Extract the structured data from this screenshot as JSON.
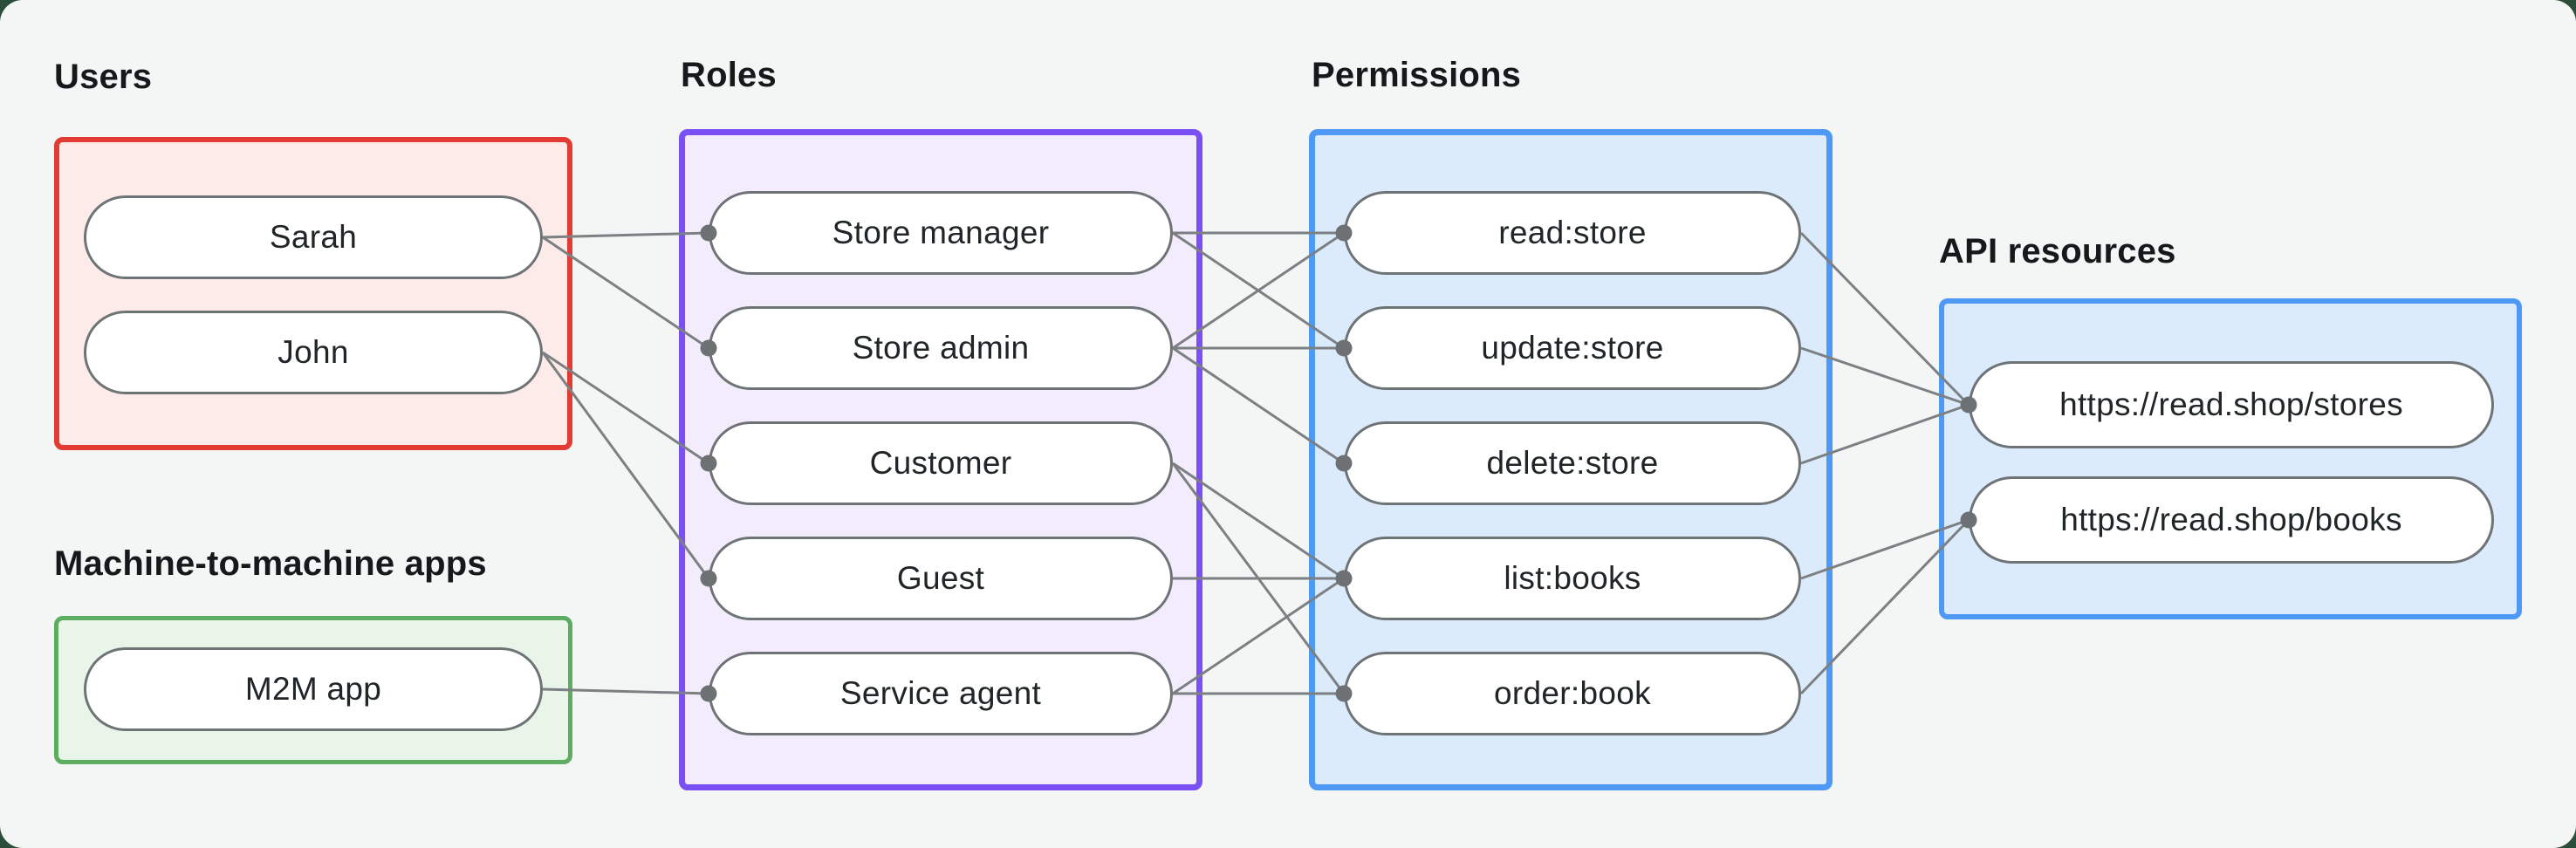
{
  "page": {
    "outer_background": "#2b4e3b",
    "canvas_background": "#f4f6f5",
    "heading_color": "#16191c"
  },
  "style": {
    "line_color": "#7c8083",
    "dot_color": "#6d7174",
    "pill_border": "#6e7376",
    "pill_fill": "#ffffff",
    "pill_text": "#202528"
  },
  "groups": [
    {
      "id": "users",
      "label": "Users",
      "border_color": "#e23b33",
      "fill_color": "#fcebe9",
      "nodes": [
        {
          "id": "sarah",
          "label": "Sarah"
        },
        {
          "id": "john",
          "label": "John"
        }
      ]
    },
    {
      "id": "m2m",
      "label": "Machine-to-machine apps",
      "border_color": "#5cad62",
      "fill_color": "#e9f5e9",
      "nodes": [
        {
          "id": "m2m-app",
          "label": "M2M app"
        }
      ]
    },
    {
      "id": "roles",
      "label": "Roles",
      "border_color": "#7a50f4",
      "fill_color": "#f2ecfd",
      "nodes": [
        {
          "id": "store-manager",
          "label": "Store manager"
        },
        {
          "id": "store-admin",
          "label": "Store admin"
        },
        {
          "id": "customer",
          "label": "Customer"
        },
        {
          "id": "guest",
          "label": "Guest"
        },
        {
          "id": "service-agent",
          "label": "Service agent"
        }
      ]
    },
    {
      "id": "permissions",
      "label": "Permissions",
      "border_color": "#4f99f6",
      "fill_color": "#dcebfc",
      "nodes": [
        {
          "id": "read-store",
          "label": "read:store"
        },
        {
          "id": "update-store",
          "label": "update:store"
        },
        {
          "id": "delete-store",
          "label": "delete:store"
        },
        {
          "id": "list-books",
          "label": "list:books"
        },
        {
          "id": "order-book",
          "label": "order:book"
        }
      ]
    },
    {
      "id": "api",
      "label": "API resources",
      "border_color": "#4f99f6",
      "fill_color": "#dcebfc",
      "nodes": [
        {
          "id": "stores-api",
          "label": "https://read.shop/stores"
        },
        {
          "id": "books-api",
          "label": "https://read.shop/books"
        }
      ]
    }
  ],
  "edges": [
    {
      "from": "sarah",
      "to": "store-manager"
    },
    {
      "from": "sarah",
      "to": "store-admin"
    },
    {
      "from": "john",
      "to": "customer"
    },
    {
      "from": "john",
      "to": "guest"
    },
    {
      "from": "m2m-app",
      "to": "service-agent"
    },
    {
      "from": "store-manager",
      "to": "read-store"
    },
    {
      "from": "store-manager",
      "to": "update-store"
    },
    {
      "from": "store-admin",
      "to": "read-store"
    },
    {
      "from": "store-admin",
      "to": "update-store"
    },
    {
      "from": "store-admin",
      "to": "delete-store"
    },
    {
      "from": "customer",
      "to": "list-books"
    },
    {
      "from": "customer",
      "to": "order-book"
    },
    {
      "from": "guest",
      "to": "list-books"
    },
    {
      "from": "service-agent",
      "to": "list-books"
    },
    {
      "from": "service-agent",
      "to": "order-book"
    },
    {
      "from": "read-store",
      "to": "stores-api"
    },
    {
      "from": "update-store",
      "to": "stores-api"
    },
    {
      "from": "delete-store",
      "to": "stores-api"
    },
    {
      "from": "list-books",
      "to": "books-api"
    },
    {
      "from": "order-book",
      "to": "books-api"
    }
  ]
}
